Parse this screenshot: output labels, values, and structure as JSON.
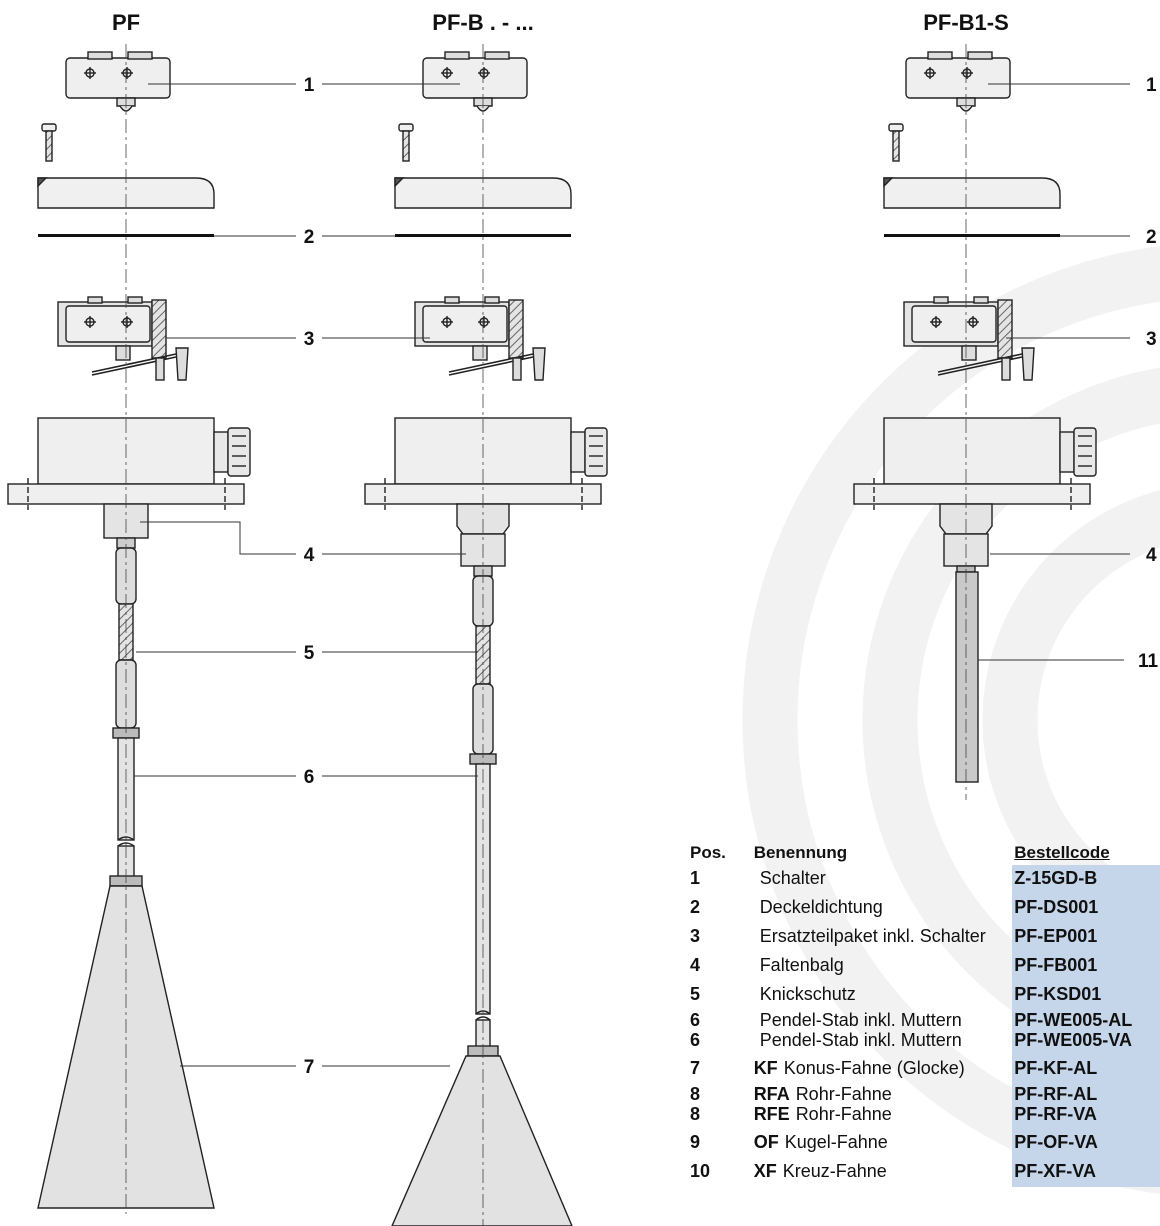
{
  "models": [
    {
      "title": "PF"
    },
    {
      "title": "PF-B . - ..."
    },
    {
      "title": "PF-B1-S"
    }
  ],
  "callouts": [
    "1",
    "2",
    "3",
    "4",
    "5",
    "6",
    "7",
    "1",
    "2",
    "3",
    "4",
    "11"
  ],
  "table": {
    "headers": {
      "pos": "Pos.",
      "name": "Benennung",
      "code": "Bestellcode"
    },
    "rows": [
      {
        "pos": [
          "1"
        ],
        "name_code": [
          ""
        ],
        "name_text": [
          "Schalter"
        ],
        "code": [
          "Z-15GD-B"
        ]
      },
      {
        "pos": [
          "2"
        ],
        "name_code": [
          ""
        ],
        "name_text": [
          "Deckeldichtung"
        ],
        "code": [
          "PF-DS001"
        ]
      },
      {
        "pos": [
          "3"
        ],
        "name_code": [
          ""
        ],
        "name_text": [
          "Ersatzteilpaket inkl. Schalter"
        ],
        "code": [
          "PF-EP001"
        ]
      },
      {
        "pos": [
          "4"
        ],
        "name_code": [
          ""
        ],
        "name_text": [
          "Faltenbalg"
        ],
        "code": [
          "PF-FB001"
        ]
      },
      {
        "pos": [
          "5"
        ],
        "name_code": [
          ""
        ],
        "name_text": [
          "Knickschutz"
        ],
        "code": [
          "PF-KSD01"
        ]
      },
      {
        "pos": [
          "6",
          "6"
        ],
        "name_code": [
          "",
          ""
        ],
        "name_text": [
          "Pendel-Stab inkl. Muttern",
          "Pendel-Stab inkl. Muttern"
        ],
        "code": [
          "PF-WE005-AL",
          "PF-WE005-VA"
        ]
      },
      {
        "pos": [
          "7"
        ],
        "name_code": [
          "KF"
        ],
        "name_text": [
          "Konus-Fahne (Glocke)"
        ],
        "code": [
          "PF-KF-AL"
        ]
      },
      {
        "pos": [
          "8",
          "8"
        ],
        "name_code": [
          "RFA",
          "RFE"
        ],
        "name_text": [
          "Rohr-Fahne",
          "Rohr-Fahne"
        ],
        "code": [
          "PF-RF-AL",
          "PF-RF-VA"
        ]
      },
      {
        "pos": [
          "9"
        ],
        "name_code": [
          "OF"
        ],
        "name_text": [
          "Kugel-Fahne"
        ],
        "code": [
          "PF-OF-VA"
        ]
      },
      {
        "pos": [
          "10"
        ],
        "name_code": [
          "XF"
        ],
        "name_text": [
          "Kreuz-Fahne"
        ],
        "code": [
          "PF-XF-VA"
        ]
      }
    ]
  }
}
